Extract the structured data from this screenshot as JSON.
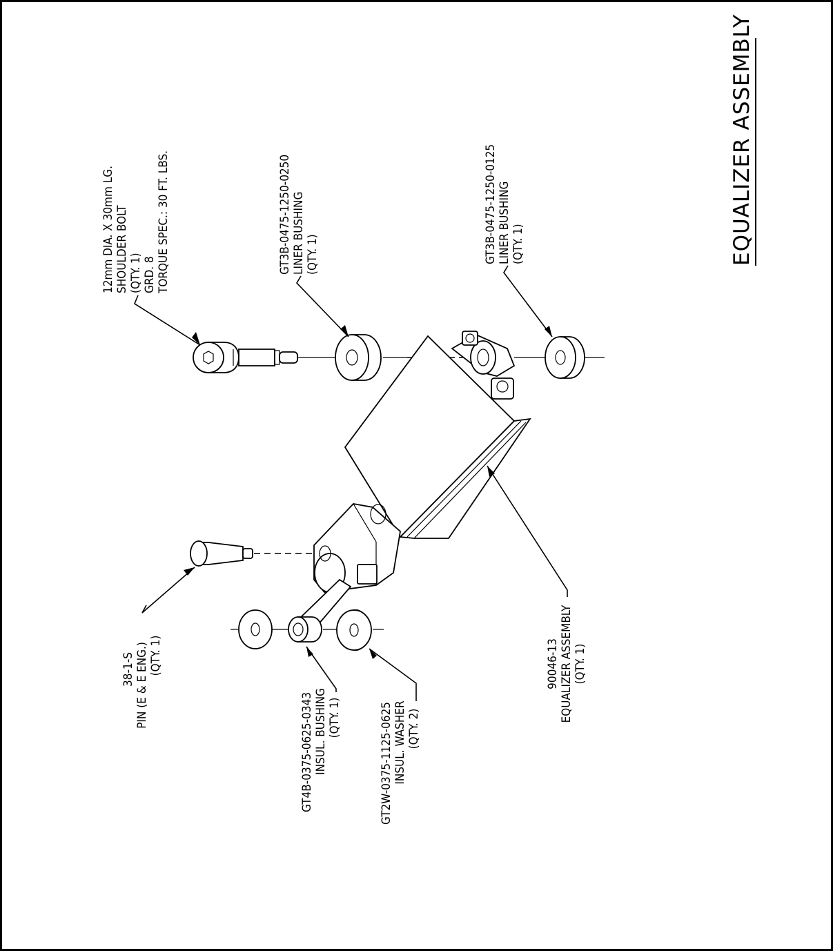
{
  "drawing": {
    "title": "EQUALIZER ASSEMBLY"
  },
  "callouts": {
    "shoulder_bolt": [
      "12mm DIA. X 30mm LG.",
      "SHOULDER BOLT",
      "(QTY. 1)",
      "GRD. 8",
      "TORQUE SPEC.: 30 FT. LBS."
    ],
    "liner_bushing_a": [
      "GT3B-0475-1250-0250",
      "LINER BUSHING",
      "(QTY. 1)"
    ],
    "liner_bushing_b": [
      "GT3B-0475-1250-0125",
      "LINER BUSHING",
      "(QTY. 1)"
    ],
    "equalizer": [
      "90046-13",
      "EQUALIZER ASSEMBLY",
      "(QTY. 1)"
    ],
    "pin": [
      "38-1-S",
      "PIN (E & E ENG.)",
      "(QTY. 1)"
    ],
    "insul_bushing": [
      "GT4B-0375-0625-0343",
      "INSUL. BUSHING",
      "(QTY. 1)"
    ],
    "insul_washer": [
      "GT2W-0375-1125-0625",
      "INSUL. WASHER",
      "(QTY. 2)"
    ]
  }
}
